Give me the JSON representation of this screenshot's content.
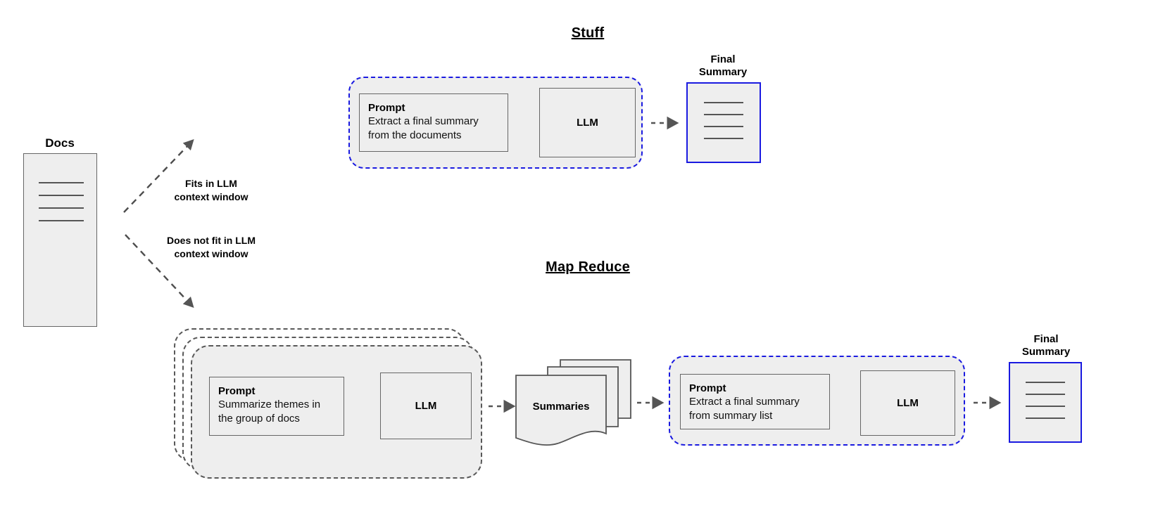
{
  "diagram": {
    "title_stuff": "Stuff",
    "title_map_reduce": "Map Reduce"
  },
  "docs": {
    "label": "Docs",
    "line_count": 4
  },
  "branches": [
    {
      "label": "Fits in LLM\ncontext window",
      "target": "stuff"
    },
    {
      "label": "Does not fit in LLM\ncontext window",
      "target": "map-reduce"
    }
  ],
  "stuff": {
    "prompt": {
      "title": "Prompt",
      "body": "Extract a final summary\nfrom the documents"
    },
    "llm": "LLM",
    "final_summary": {
      "label": "Final\nSummary",
      "line_count": 4
    }
  },
  "map_reduce": {
    "map": {
      "stack_count": 3,
      "prompt": {
        "title": "Prompt",
        "body": "Summarize themes in\nthe group of docs"
      },
      "llm": "LLM"
    },
    "summaries": {
      "label": "Summaries",
      "stack_count": 3
    },
    "reduce": {
      "prompt": {
        "title": "Prompt",
        "body": "Extract a final summary\nfrom summary list"
      },
      "llm": "LLM"
    },
    "final_summary": {
      "label": "Final\nSummary",
      "line_count": 4
    }
  },
  "colors": {
    "accent_blue": "#1a1ae0",
    "fill_gray": "#eeeeee",
    "stroke_gray": "#666666",
    "dash_gray": "#595959",
    "arrow_gray": "#555555",
    "text": "#000000"
  },
  "icons": {
    "arrow": "arrow-right-icon",
    "dashed_arrow": "dashed-arrow-icon"
  }
}
